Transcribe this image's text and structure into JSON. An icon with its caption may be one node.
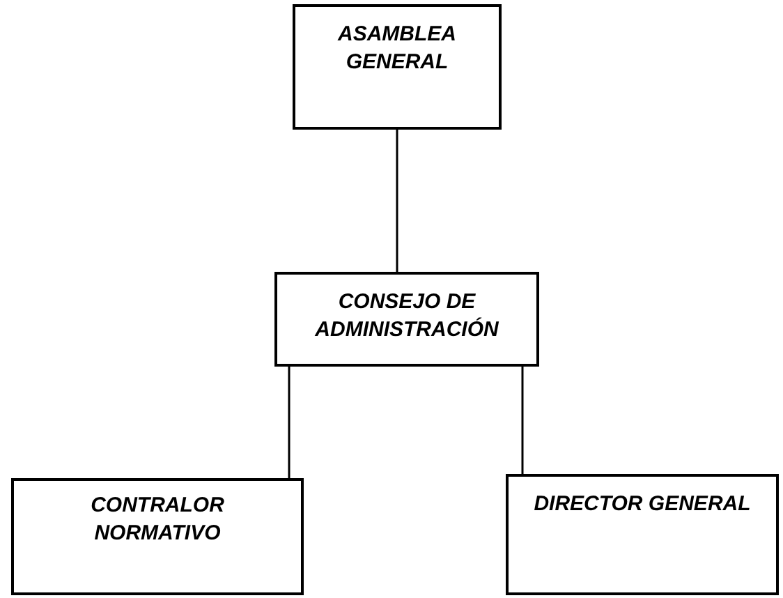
{
  "diagram": {
    "nodes": [
      {
        "text": [
          "ASAMBLEA GENERAL"
        ]
      },
      {
        "text": [
          "CONSEJO DE ADMINISTRACIÓN"
        ]
      },
      {
        "text": [
          "CONTRALOR NORMATIVO"
        ]
      },
      {
        "text": [
          "DIRECTOR GENERAL"
        ]
      }
    ],
    "edges": [
      {
        "from": 0,
        "to": 1,
        "arrow": "none"
      },
      {
        "from": 1,
        "to": 2,
        "arrow": "none"
      },
      {
        "from": 1,
        "to": 3,
        "arrow": "none"
      }
    ]
  }
}
